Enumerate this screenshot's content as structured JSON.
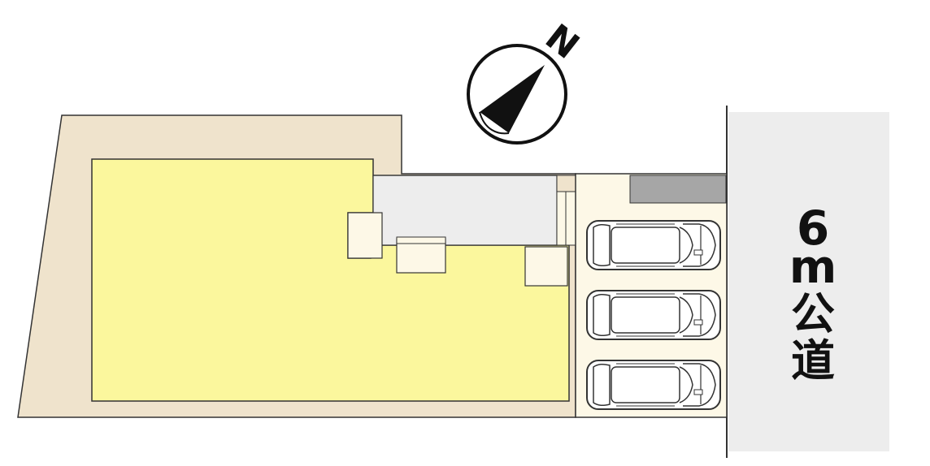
{
  "compass": {
    "letter": "N",
    "icon": "north-arrow-icon"
  },
  "road": {
    "label_chars": [
      "6",
      "m",
      "公",
      "道"
    ]
  },
  "parking": {
    "car_count": 3,
    "car_icon": "car-icon"
  },
  "colors": {
    "land_outer": "#efe3cc",
    "building_area": "#fbf79d",
    "paved_area": "#ededed",
    "parking_area": "#fdf8e7",
    "road": "#ededed",
    "wall": "#a6a6a6",
    "outline": "#333333",
    "car_fill": "#ffffff"
  }
}
